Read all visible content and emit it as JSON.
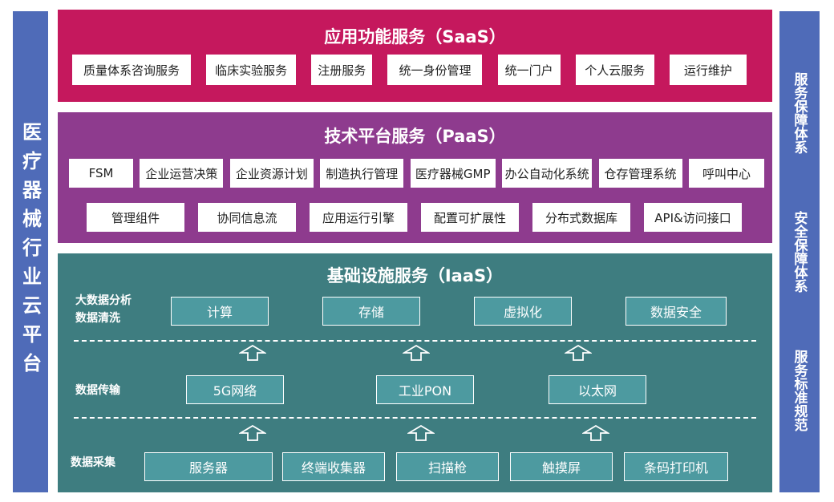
{
  "left_title": "医疗器械行业云平台",
  "right_labels": [
    "服务保障体系",
    "安全保障体系",
    "服务标准规范"
  ],
  "saas": {
    "title": "应用功能服务（SaaS）",
    "items": [
      "质量体系咨询服务",
      "临床实验服务",
      "注册服务",
      "统一身份管理",
      "统一门户",
      "个人云服务",
      "运行维护"
    ]
  },
  "paas": {
    "title": "技术平台服务（PaaS）",
    "row1": [
      "FSM",
      "企业运营决策",
      "企业资源计划",
      "制造执行管理",
      "医疗器械GMP",
      "办公自动化系统",
      "仓存管理系统",
      "呼叫中心"
    ],
    "row2": [
      "管理组件",
      "协同信息流",
      "应用运行引擎",
      "配置可扩展性",
      "分布式数据库",
      "API&访问接口"
    ]
  },
  "iaas": {
    "title": "基础设施服务（IaaS）",
    "row1_label": [
      "大数据分析",
      "数据清洗"
    ],
    "row1": [
      "计算",
      "存储",
      "虚拟化",
      "数据安全"
    ],
    "row2_label": "数据传输",
    "row2": [
      "5G网络",
      "工业PON",
      "以太网"
    ],
    "row3_label": "数据采集",
    "row3": [
      "服务器",
      "终端收集器",
      "扫描枪",
      "触摸屏",
      "条码打印机"
    ]
  },
  "colors": {
    "saas": "#c5185d",
    "paas": "#8e3b8e",
    "iaas": "#3e7d80",
    "side": "#4f6bb8"
  },
  "icons": [
    "up-arrow-icon"
  ]
}
